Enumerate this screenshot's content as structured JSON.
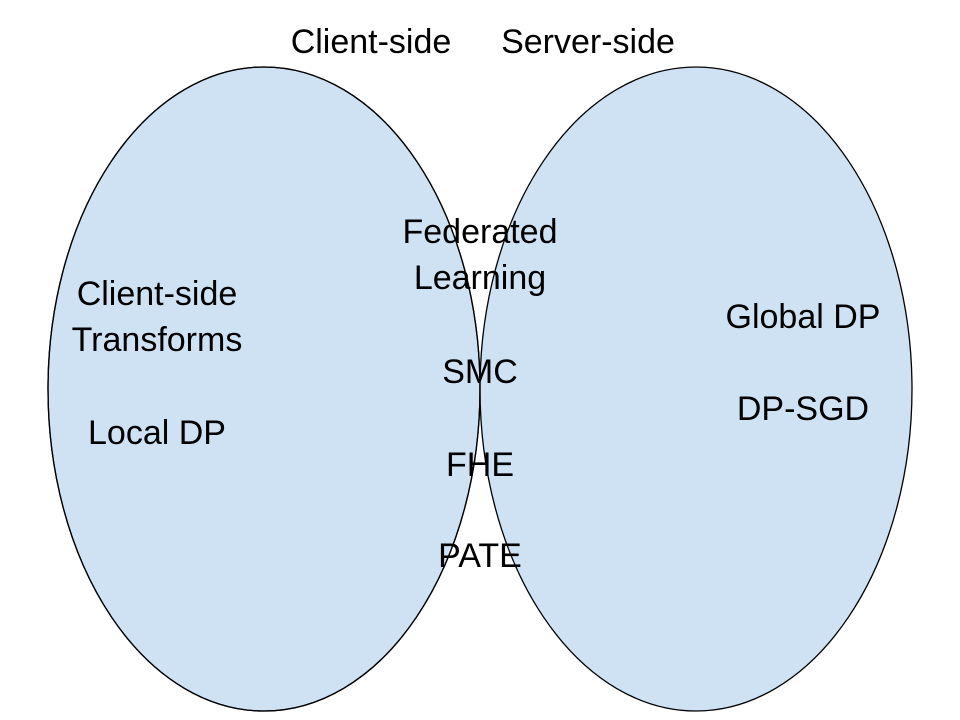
{
  "diagram": {
    "type": "venn",
    "sets": [
      {
        "title": "Client-side",
        "items": [
          {
            "label": "Client-side\nTransforms"
          },
          {
            "label": "Local DP"
          }
        ]
      },
      {
        "title": "Server-side",
        "items": [
          {
            "label": "Global DP"
          },
          {
            "label": "DP-SGD"
          }
        ]
      }
    ],
    "intersection": {
      "items": [
        {
          "label": "Federated\nLearning"
        },
        {
          "label": "SMC"
        },
        {
          "label": "FHE"
        },
        {
          "label": "PATE"
        }
      ]
    },
    "colors": {
      "fill": "#cfe2f3",
      "stroke": "#000000",
      "text": "#000000"
    }
  }
}
